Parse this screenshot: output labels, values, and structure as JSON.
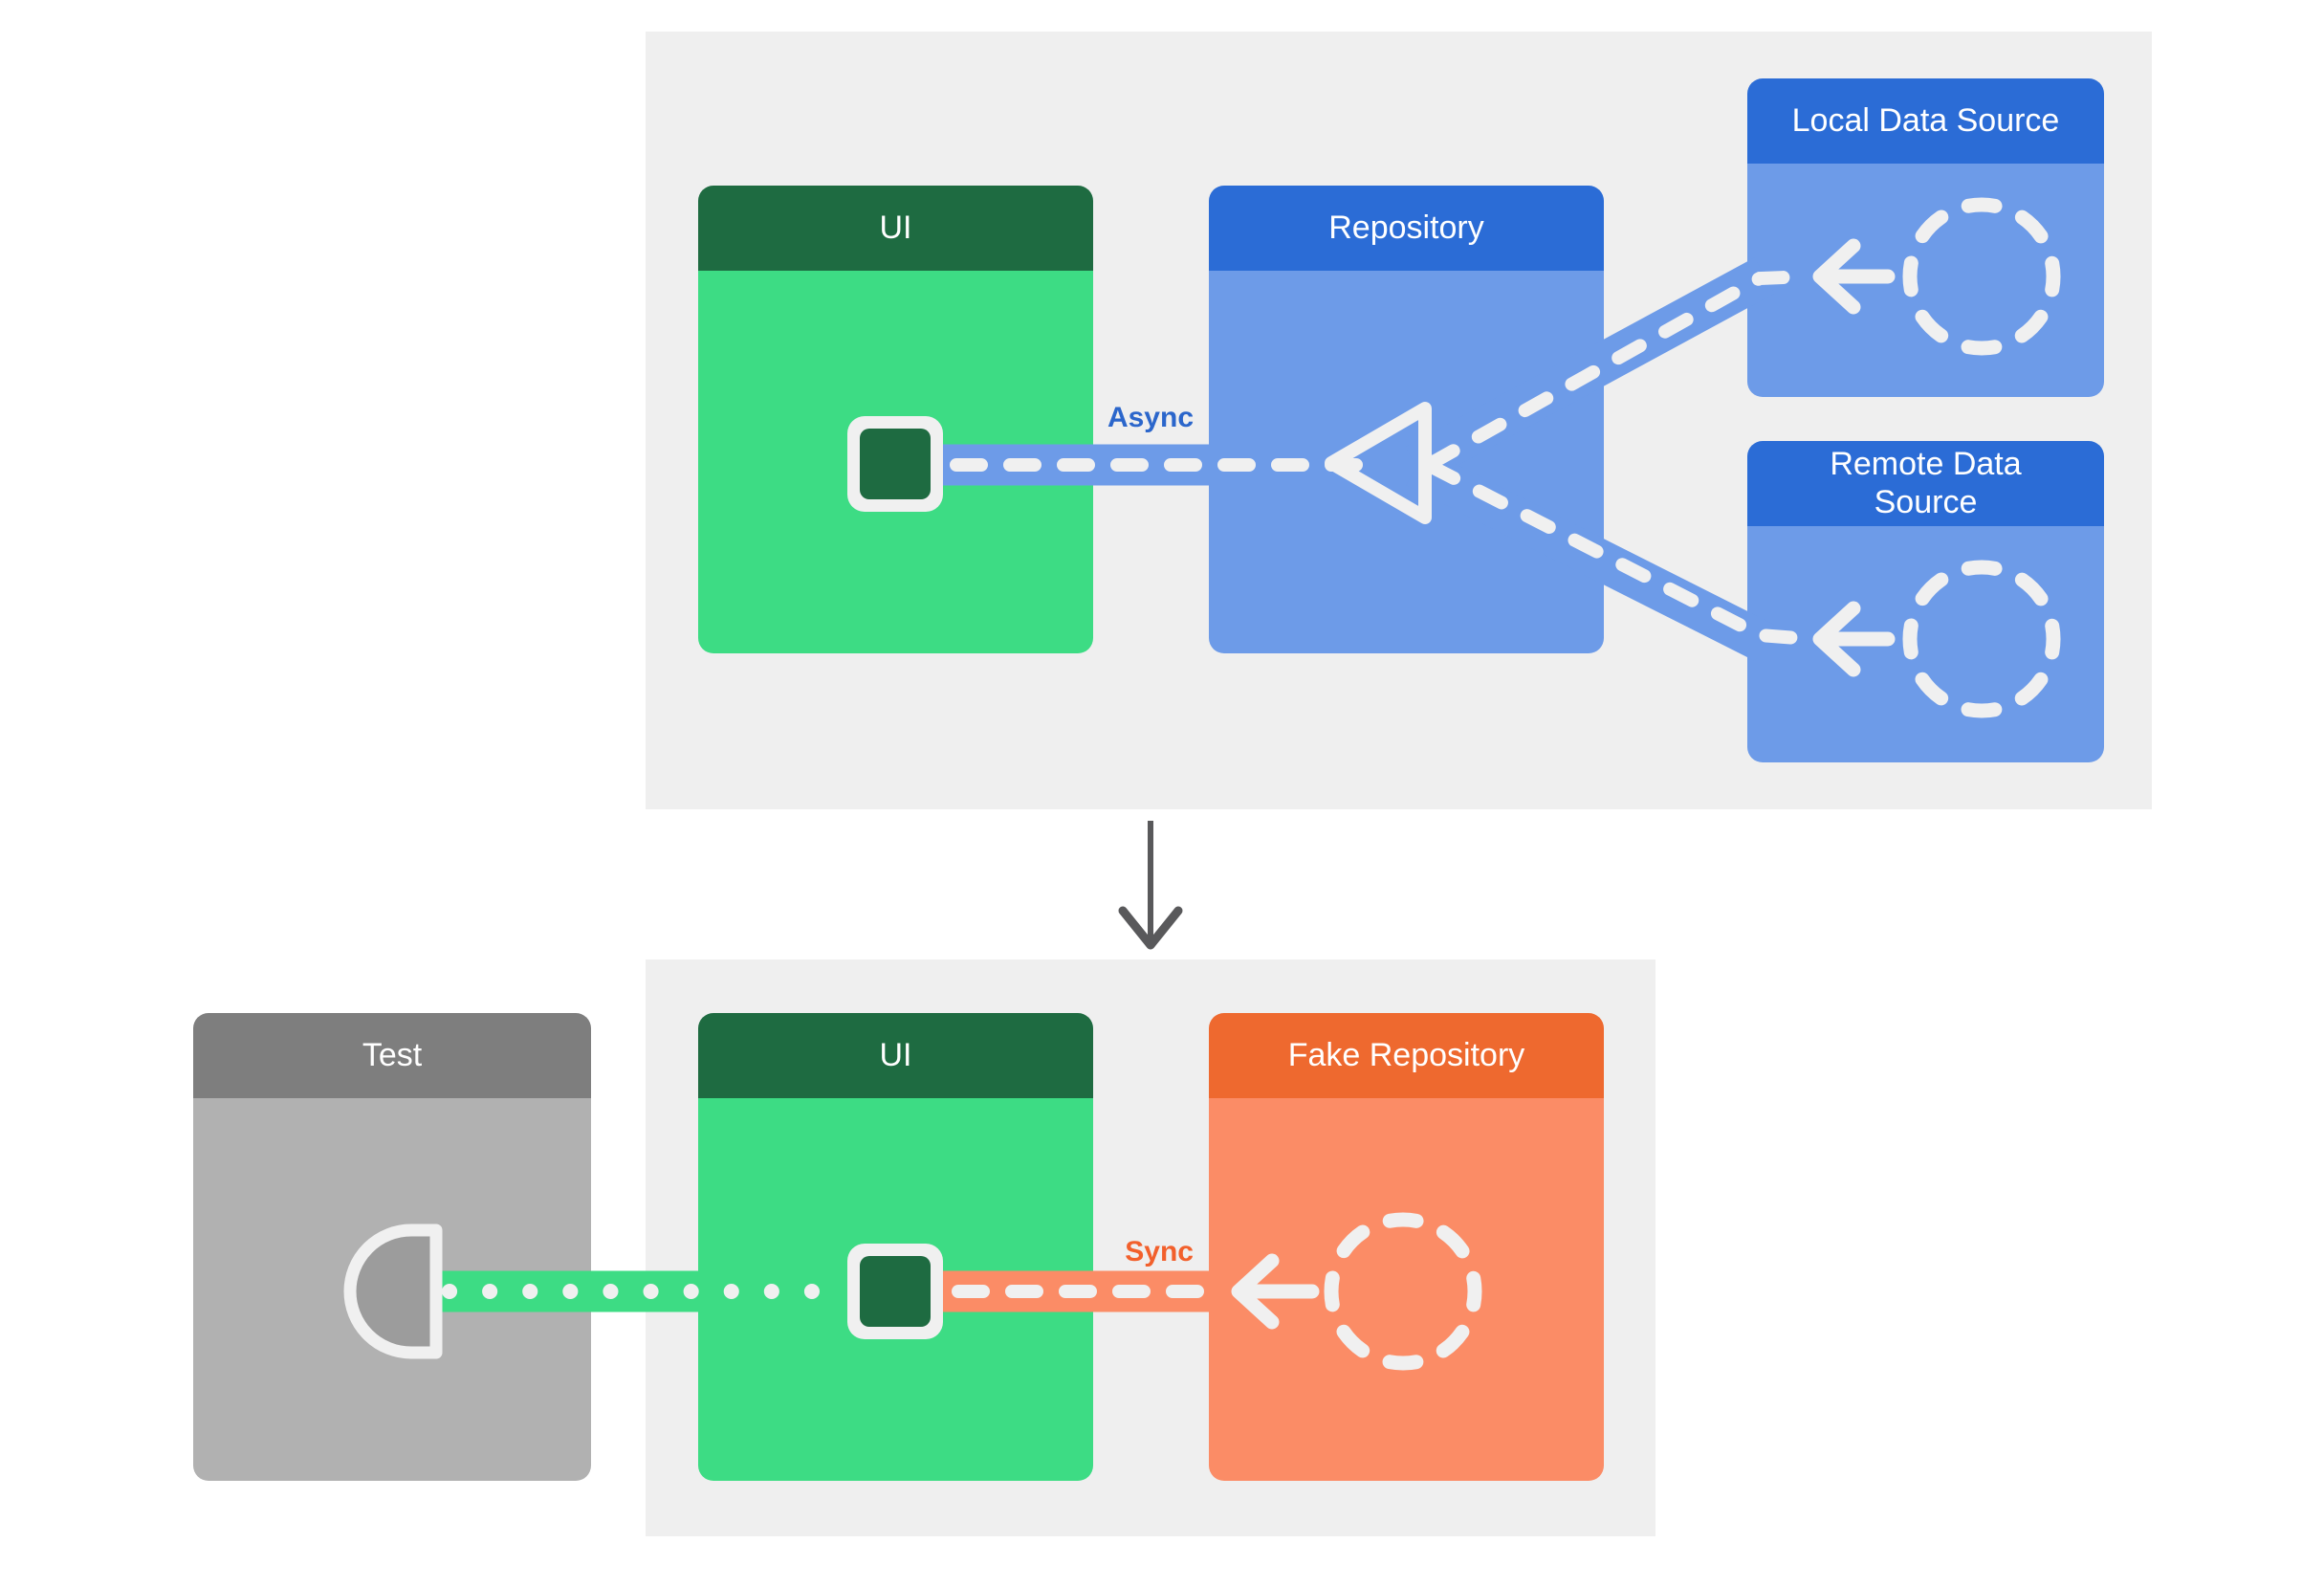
{
  "cards": {
    "ui_top": {
      "title": "UI"
    },
    "repository": {
      "title": "Repository"
    },
    "local_data_source": {
      "title": "Local Data Source"
    },
    "remote_data_source": {
      "title": "Remote Data\nSource"
    },
    "test": {
      "title": "Test"
    },
    "ui_bottom": {
      "title": "UI"
    },
    "fake_repository": {
      "title": "Fake Repository"
    }
  },
  "labels": {
    "async": "Async",
    "sync": "Sync"
  },
  "icons": {
    "repository_consumer": "triangle-left-icon",
    "data_source": "dashed-circle-icon",
    "data_flow": "arrow-left-icon",
    "ui_component": "rounded-square-icon",
    "test_probe": "socket-icon",
    "panel_transition": "arrow-down-icon"
  },
  "colors": {
    "panel_bg": "#EFEFEF",
    "ui_header": "#1E6B41",
    "ui_body": "#3DDC84",
    "blue_header": "#2B6CD6",
    "blue_body": "#6D9BE8",
    "orange_header": "#EE692F",
    "orange_body": "#FB8C66",
    "test_header": "#7E7E7E",
    "test_body": "#B1B1B1",
    "socket_fill": "#9C9C9C",
    "async_label": "#2B66CB",
    "sync_label": "#F2602C",
    "connector_white": "#F0F0F0",
    "down_arrow": "#59595B"
  }
}
